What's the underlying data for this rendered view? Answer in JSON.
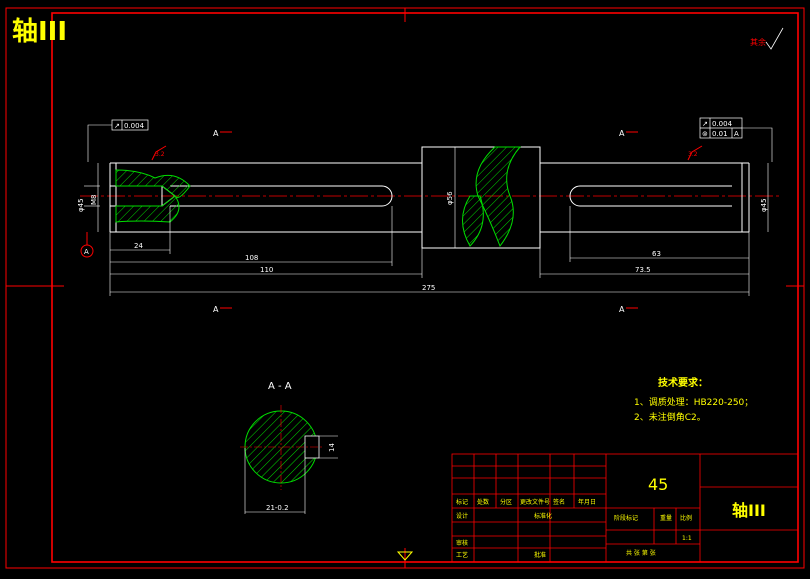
{
  "sheet": {
    "corner_title": "轴III",
    "roughness_note": "其余"
  },
  "tolerances": {
    "left_runout": "0.004",
    "right_runout": "0.004",
    "right_position": "0.01",
    "right_datum": "A"
  },
  "section_marks": {
    "upper_left": "A",
    "upper_right": "A",
    "lower_left": "A",
    "lower_right": "A",
    "datum_circle": "A"
  },
  "dimensions": {
    "d_24": "24",
    "d_108": "108",
    "d_110": "110",
    "d_275": "275",
    "d_63": "63",
    "d_73_5": "73.5",
    "dia_left": "φ45",
    "dia_left_thread": "M8",
    "dia_center": "φ56",
    "dia_right": "φ45",
    "rough_left": "3.2",
    "rough_right": "3.2"
  },
  "section_view": {
    "label": "A - A",
    "width_dim": "21-0.2",
    "key_dim": "14"
  },
  "tech_requirements": {
    "title": "技术要求：",
    "item1": "1、调质处理：HB220-250；",
    "item2": "2、未注倒角C2。"
  },
  "title_block": {
    "material": "45",
    "part_name": "轴III",
    "col_mark": "标记",
    "col_count": "处数",
    "col_zone": "分区",
    "col_change": "更改文件号",
    "col_sign": "签名",
    "col_date": "年月日",
    "row_design": "设计",
    "row_std": "标准化",
    "row_review": "审核",
    "row_craft": "工艺",
    "row_approve": "批准",
    "stage_mark": "阶段标记",
    "weight": "重量",
    "ratio": "比例",
    "scale_value": "1:1",
    "sheet_info": "共  张  第  张"
  }
}
